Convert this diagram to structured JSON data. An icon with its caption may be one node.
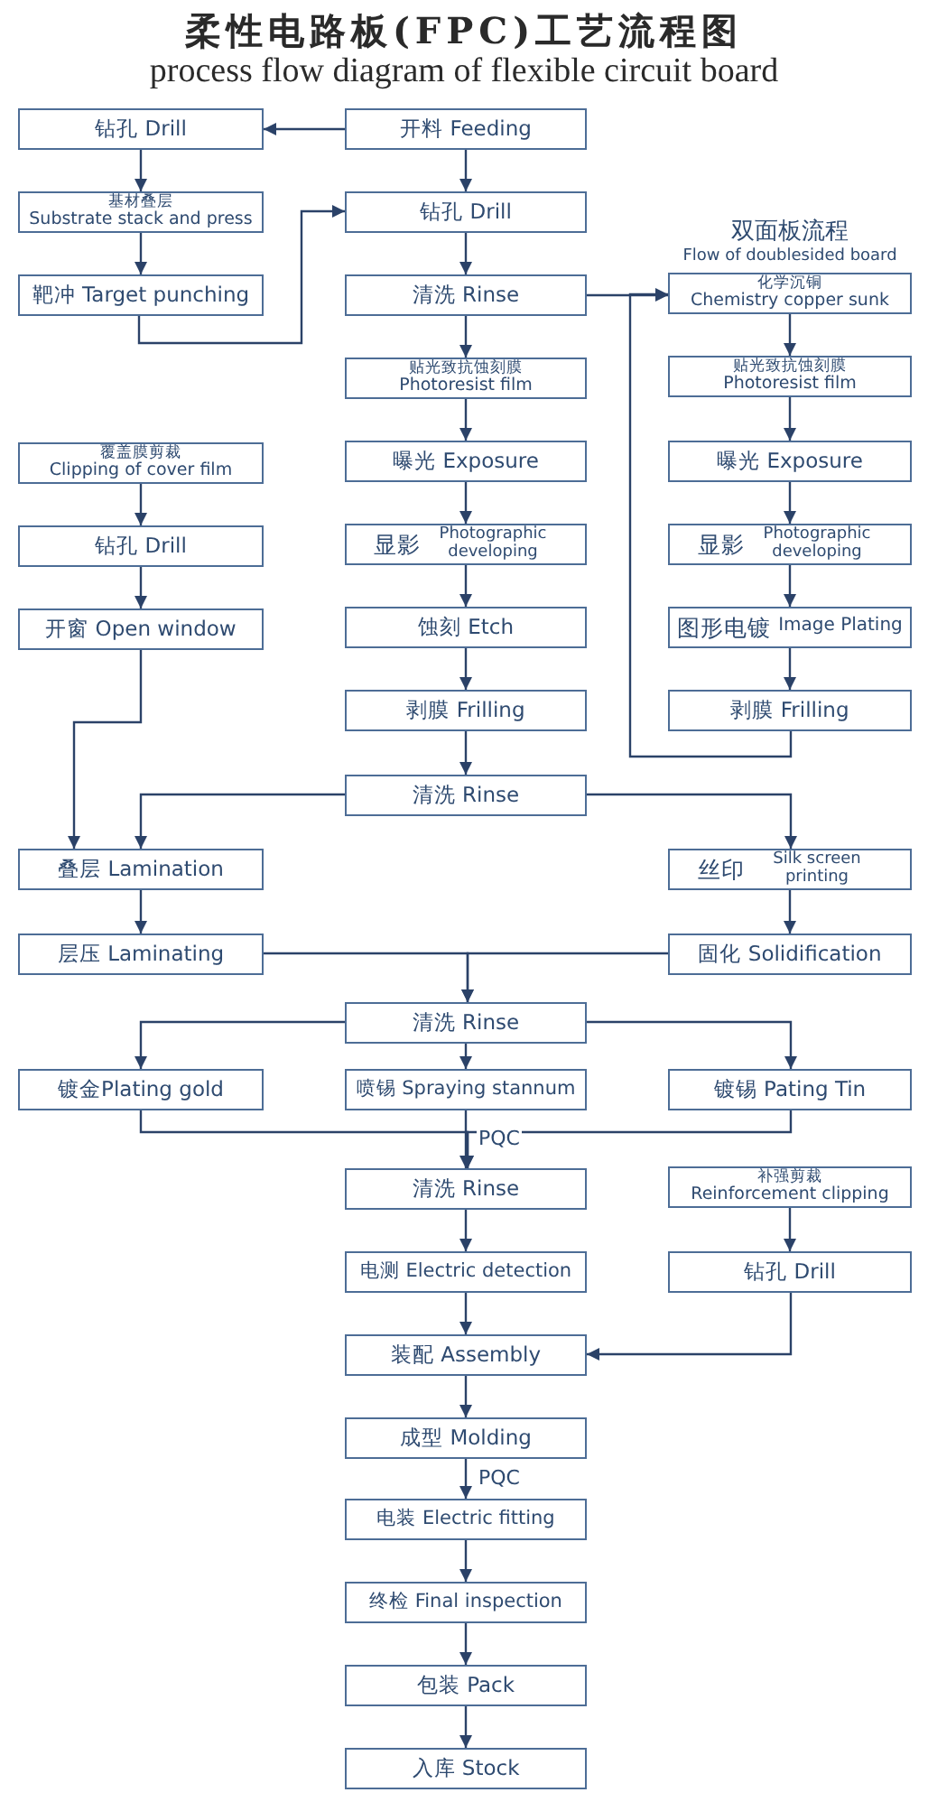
{
  "diagram": {
    "title": "柔性电路板(FPC)工艺流程图",
    "nodes": [
      {
        "text": [
          "钻孔 Drill"
        ]
      },
      {
        "text": [
          "开料 Feeding"
        ]
      },
      {
        "text": [
          "基材叠层",
          "Substrate stack and press"
        ]
      },
      {
        "text": [
          "钻孔 Drill"
        ]
      },
      {
        "text": [
          "靶冲 Target punching"
        ]
      },
      {
        "text": [
          "清洗 Rinse"
        ]
      },
      {
        "text": [
          "化学沉铜",
          "Chemistry copper sunk"
        ]
      },
      {
        "text": [
          "贴光致抗蚀刻膜",
          "Photoresist film"
        ]
      },
      {
        "text": [
          "贴光致抗蚀刻膜",
          "Photoresist film"
        ]
      },
      {
        "text": [
          "覆盖膜剪裁",
          "Clipping of cover film"
        ]
      },
      {
        "text": [
          "曝光 Exposure"
        ]
      },
      {
        "text": [
          "曝光 Exposure"
        ]
      },
      {
        "text": [
          "钻孔 Drill"
        ]
      },
      {
        "text": [
          "显影",
          "Photographic developing"
        ]
      },
      {
        "text": [
          "显影",
          "Photographic developing"
        ]
      },
      {
        "text": [
          "开窗 Open window"
        ]
      },
      {
        "text": [
          "蚀刻 Etch"
        ]
      },
      {
        "text": [
          "图形电镀",
          "Image Plating"
        ]
      },
      {
        "text": [
          "剥膜 Frilling"
        ]
      },
      {
        "text": [
          "剥膜 Frilling"
        ]
      },
      {
        "text": [
          "清洗 Rinse"
        ]
      },
      {
        "text": [
          "叠层 Lamination"
        ]
      },
      {
        "text": [
          "丝印",
          "Silk screen printing"
        ]
      },
      {
        "text": [
          "层压 Laminating"
        ]
      },
      {
        "text": [
          "固化 Solidification"
        ]
      },
      {
        "text": [
          "清洗 Rinse"
        ]
      },
      {
        "text": [
          "镀金Plating gold"
        ]
      },
      {
        "text": [
          "喷锡 Spraying stannum"
        ]
      },
      {
        "text": [
          "镀锡 Pating Tin"
        ]
      },
      {
        "text": [
          "清洗 Rinse"
        ]
      },
      {
        "text": [
          "补强剪裁",
          "Reinforcement clipping"
        ]
      },
      {
        "text": [
          "电测 Electric detection"
        ]
      },
      {
        "text": [
          "钻孔 Drill"
        ]
      },
      {
        "text": [
          "装配 Assembly"
        ]
      },
      {
        "text": [
          "成型 Molding"
        ]
      },
      {
        "text": [
          "电装 Electric fitting"
        ]
      },
      {
        "text": [
          "终检 Final inspection"
        ]
      },
      {
        "text": [
          "包装 Pack"
        ]
      },
      {
        "text": [
          "入库 Stock"
        ]
      }
    ],
    "edges": [
      {
        "from": 1,
        "to": 0,
        "arrow": "to"
      },
      {
        "from": 0,
        "to": 2,
        "arrow": "to"
      },
      {
        "from": 2,
        "to": 4,
        "arrow": "to"
      },
      {
        "from": 4,
        "to": 3,
        "arrow": "to"
      },
      {
        "from": 1,
        "to": 3,
        "arrow": "to"
      },
      {
        "from": 3,
        "to": 5,
        "arrow": "to"
      },
      {
        "from": 5,
        "to": 6,
        "arrow": "to"
      },
      {
        "from": 19,
        "to": 6,
        "arrow": "to"
      },
      {
        "from": 6,
        "to": 8,
        "arrow": "to"
      },
      {
        "from": 8,
        "to": 11,
        "arrow": "to"
      },
      {
        "from": 11,
        "to": 14,
        "arrow": "to"
      },
      {
        "from": 14,
        "to": 17,
        "arrow": "to"
      },
      {
        "from": 17,
        "to": 19,
        "arrow": "to"
      },
      {
        "from": 5,
        "to": 7,
        "arrow": "to"
      },
      {
        "from": 7,
        "to": 10,
        "arrow": "to"
      },
      {
        "from": 10,
        "to": 13,
        "arrow": "to"
      },
      {
        "from": 13,
        "to": 16,
        "arrow": "to"
      },
      {
        "from": 16,
        "to": 18,
        "arrow": "to"
      },
      {
        "from": 18,
        "to": 20,
        "arrow": "to"
      },
      {
        "from": 9,
        "to": 12,
        "arrow": "to"
      },
      {
        "from": 12,
        "to": 15,
        "arrow": "to"
      },
      {
        "from": 15,
        "to": 21,
        "arrow": "to"
      },
      {
        "from": 20,
        "to": 21,
        "arrow": "to"
      },
      {
        "from": 20,
        "to": 22,
        "arrow": "to"
      },
      {
        "from": 21,
        "to": 23,
        "arrow": "to"
      },
      {
        "from": 22,
        "to": 24,
        "arrow": "to"
      },
      {
        "from": 23,
        "to": 25,
        "arrow": "to"
      },
      {
        "from": 24,
        "to": 25,
        "arrow": "to"
      },
      {
        "from": 25,
        "to": 26,
        "arrow": "to"
      },
      {
        "from": 25,
        "to": 27,
        "arrow": "to"
      },
      {
        "from": 25,
        "to": 28,
        "arrow": "to"
      },
      {
        "from": 26,
        "to": 29,
        "arrow": "to"
      },
      {
        "from": 27,
        "to": 29,
        "arrow": "to",
        "label": "PQC"
      },
      {
        "from": 28,
        "to": 29,
        "arrow": "to"
      },
      {
        "from": 29,
        "to": 31,
        "arrow": "to"
      },
      {
        "from": 30,
        "to": 32,
        "arrow": "to"
      },
      {
        "from": 31,
        "to": 33,
        "arrow": "to"
      },
      {
        "from": 32,
        "to": 33,
        "arrow": "to"
      },
      {
        "from": 33,
        "to": 34,
        "arrow": "to"
      },
      {
        "from": 34,
        "to": 35,
        "arrow": "to",
        "label": "PQC"
      },
      {
        "from": 35,
        "to": 36,
        "arrow": "to"
      },
      {
        "from": 36,
        "to": 37,
        "arrow": "to"
      },
      {
        "from": 37,
        "to": 38,
        "arrow": "to"
      }
    ],
    "labels": [
      "process flow diagram of flexible circuit board",
      "双面板流程",
      "Flow of doublesided board"
    ]
  }
}
